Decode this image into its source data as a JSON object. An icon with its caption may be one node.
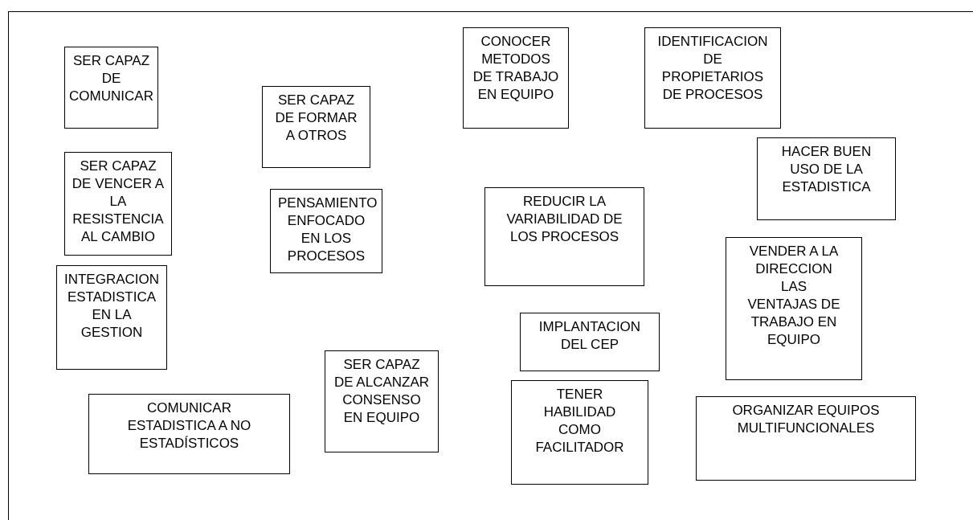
{
  "diagram": {
    "nodes": [
      {
        "text": [
          "SER CAPAZ DE COMUNICAR"
        ]
      },
      {
        "text": [
          "CONOCER METODOS DE TRABAJO EN EQUIPO"
        ]
      },
      {
        "text": [
          "IDENTIFICACION DE PROPIETARIOS DE PROCESOS"
        ]
      },
      {
        "text": [
          "SER CAPAZ DE FORMAR A OTROS"
        ]
      },
      {
        "text": [
          "SER CAPAZ DE VENCER A LA RESISTENCIA AL CAMBIO"
        ]
      },
      {
        "text": [
          "HACER BUEN USO DE LA ESTADISTICA"
        ]
      },
      {
        "text": [
          "PENSAMIENTO ENFOCADO EN LOS PROCESOS"
        ]
      },
      {
        "text": [
          "REDUCIR LA VARIABILIDAD DE LOS PROCESOS"
        ]
      },
      {
        "text": [
          "VENDER A LA DIRECCION LAS VENTAJAS DE TRABAJO EN EQUIPO"
        ]
      },
      {
        "text": [
          "INTEGRACION ESTADISTICA EN LA GESTION"
        ]
      },
      {
        "text": [
          "IMPLANTACION DEL CEP"
        ]
      },
      {
        "text": [
          "SER CAPAZ DE ALCANZAR CONSENSO EN EQUIPO"
        ]
      },
      {
        "text": [
          "COMUNICAR ESTADISTICA A NO ESTADÍSTICOS"
        ]
      },
      {
        "text": [
          "TENER HABILIDAD COMO FACILITADOR"
        ]
      },
      {
        "text": [
          "ORGANIZAR EQUIPOS MULTIFUNCIONALES"
        ]
      }
    ]
  }
}
